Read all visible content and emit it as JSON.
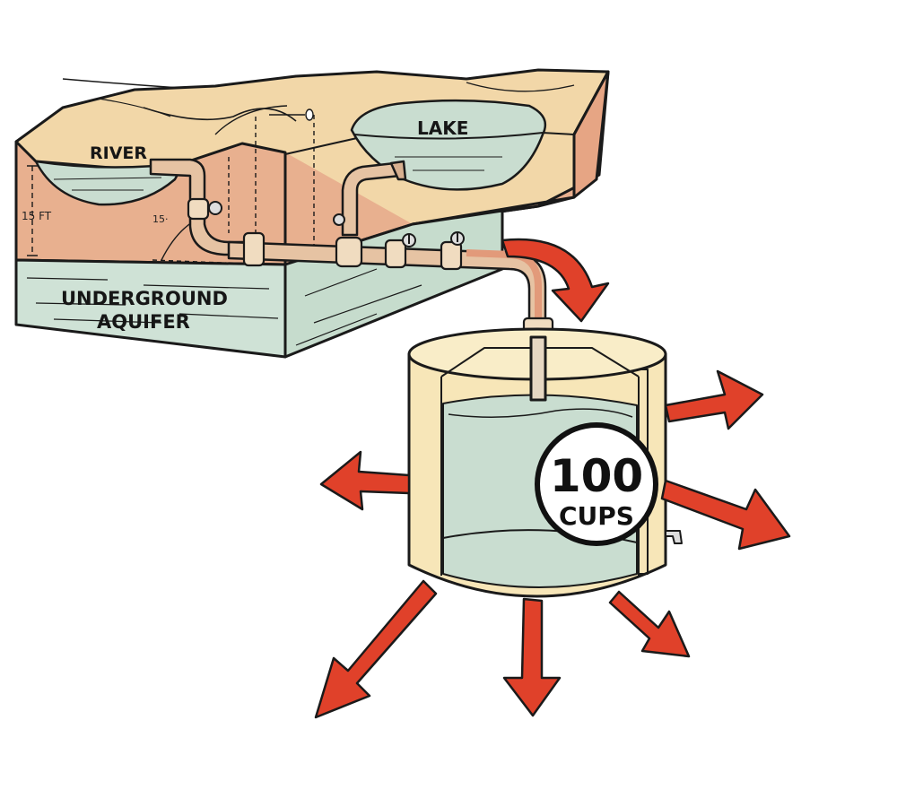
{
  "labels": {
    "river": "RIVER",
    "lake": "LAKE",
    "aquifer_line1": "UNDERGROUND",
    "aquifer_line2": "AQUIFER",
    "depth": "15 FT",
    "angle": "15·"
  },
  "tank": {
    "capacity_number": "100",
    "capacity_unit": "CUPS"
  },
  "colors": {
    "soil": "#e8b08f",
    "land_top": "#f2d7a8",
    "water": "#c9ddd0",
    "tank_body": "#f7e6b8",
    "arrow": "#e0412a",
    "pipe": "#e29a7a",
    "outline": "#1a1a1a"
  }
}
